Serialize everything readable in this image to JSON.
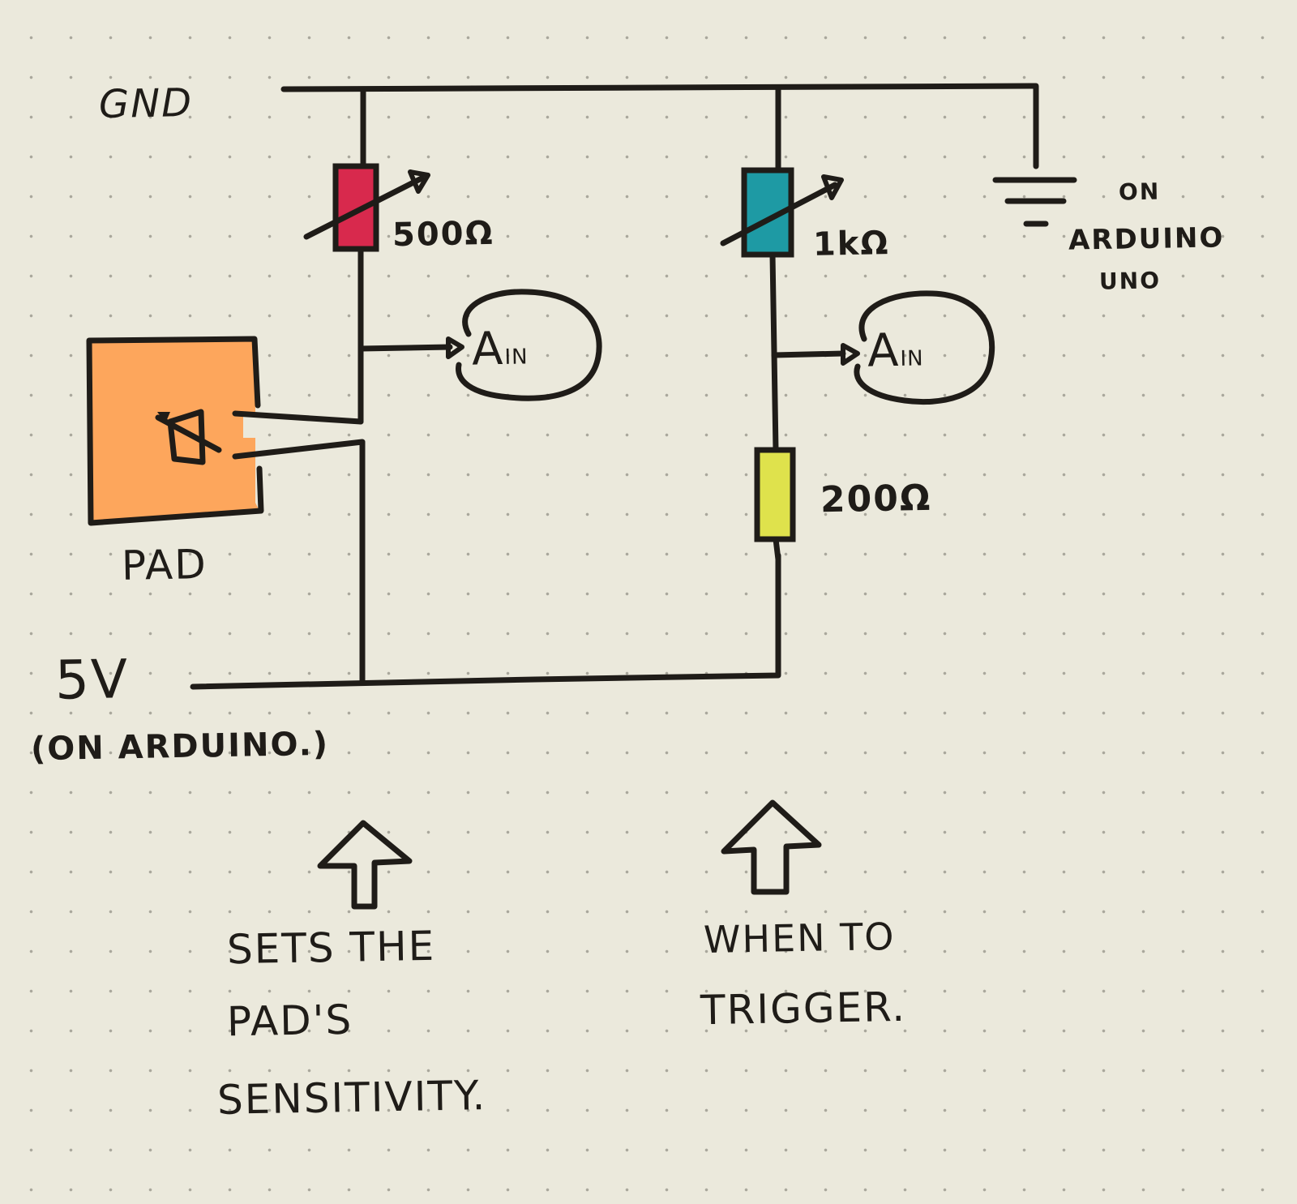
{
  "diagram": {
    "type": "hand-drawn circuit schematic",
    "rails": {
      "ground_label": "GND",
      "supply_label": "5V",
      "supply_note": "(ON ARDUINO.)"
    },
    "ground_symbol_note": [
      "ON",
      "ARDUINO",
      "UNO"
    ],
    "components": {
      "pot_left": {
        "value": "500Ω",
        "kind": "potentiometer",
        "color": "#d8294d"
      },
      "pot_right": {
        "value": "1kΩ",
        "kind": "potentiometer",
        "color": "#1e9aa4"
      },
      "resistor": {
        "value": "200Ω",
        "kind": "resistor",
        "color": "#dfe24c"
      },
      "pad": {
        "label": "PAD",
        "kind": "piezo/pressure pad",
        "color": "#fda65c"
      }
    },
    "analog_inputs": [
      {
        "label": "A",
        "sub": "IN"
      },
      {
        "label": "A",
        "sub": "IN"
      }
    ],
    "annotations": {
      "left": [
        "SETS THE",
        "PAD'S",
        "SENSITIVITY."
      ],
      "right": [
        "WHEN TO",
        "TRIGGER."
      ]
    }
  }
}
